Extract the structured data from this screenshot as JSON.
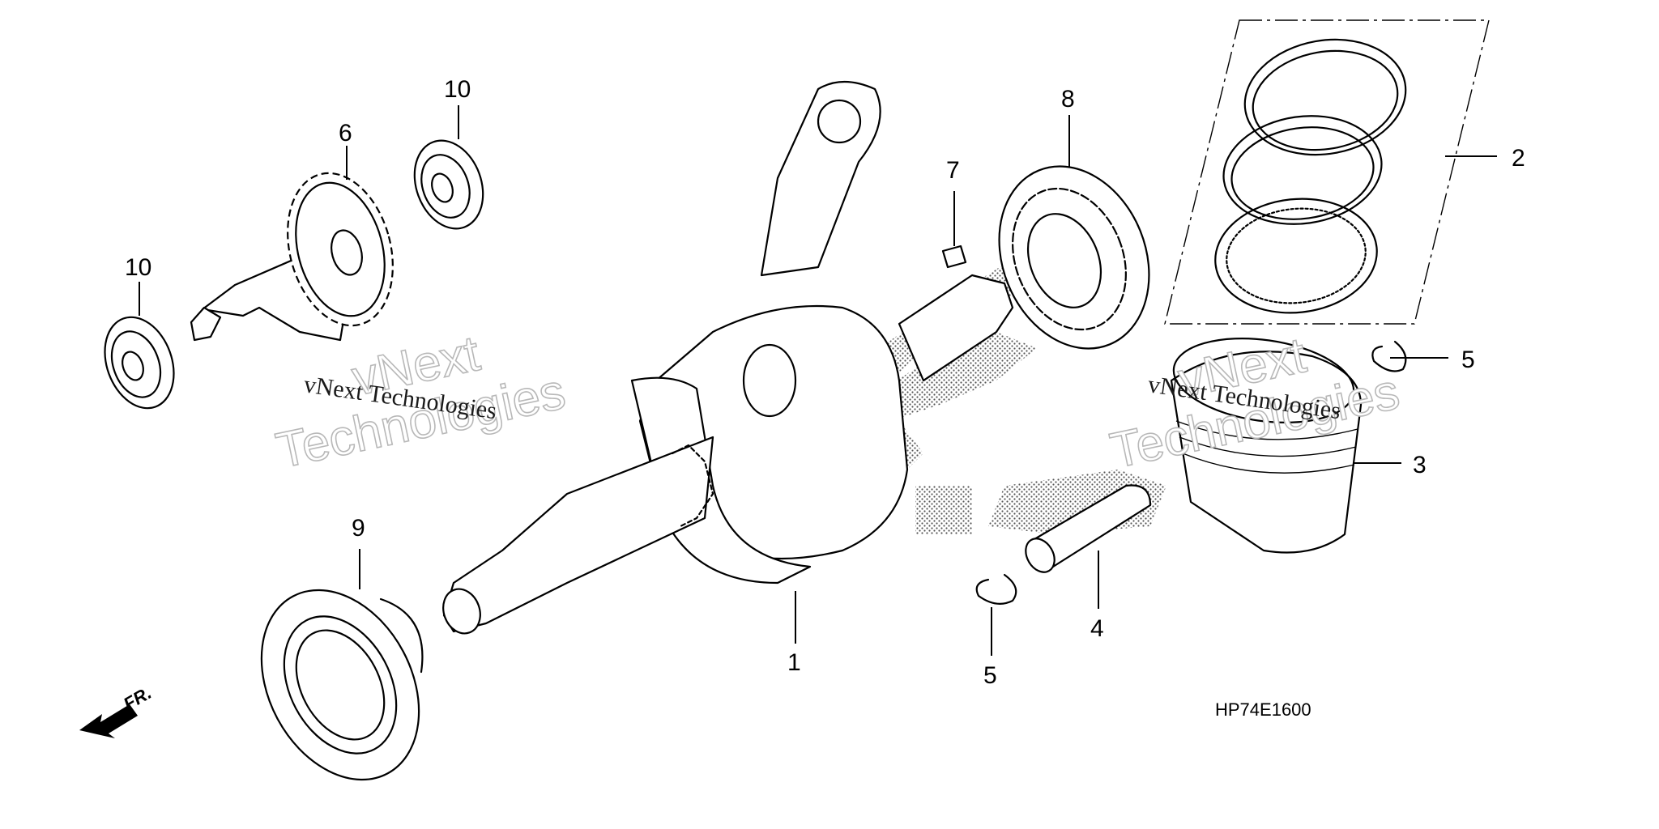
{
  "diagram": {
    "code": "HP74E1600",
    "front_marker": "FR.",
    "callouts": [
      "1",
      "2",
      "3",
      "4",
      "5",
      "5",
      "6",
      "7",
      "8",
      "9",
      "10",
      "10"
    ]
  },
  "watermark": {
    "line1": "vNext",
    "line2": "Technologies",
    "caption": "vNext Technologies"
  },
  "colors": {
    "ink": "#000000",
    "watermark_outline": "#b8b8b8",
    "background": "#ffffff"
  }
}
